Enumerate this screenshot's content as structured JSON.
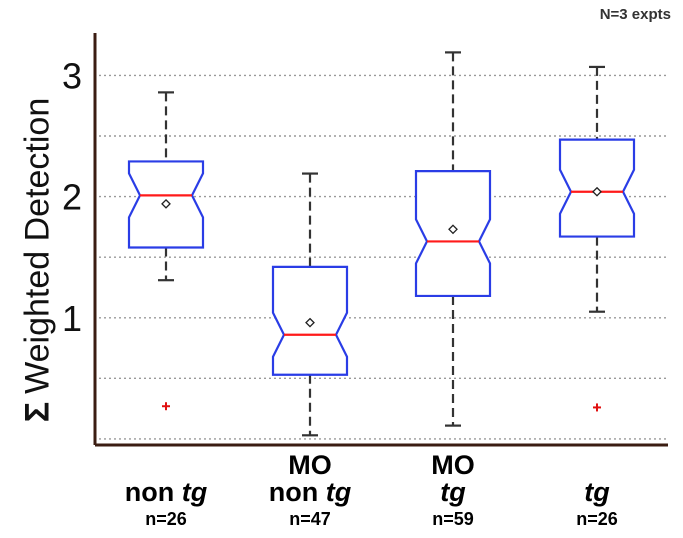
{
  "annotation": "N=3 expts",
  "chart_data": {
    "type": "boxplot",
    "title": "",
    "ylabel_symbol": "Σ",
    "ylabel": "Weighted Detection",
    "ylim": [
      -0.05,
      3.35
    ],
    "yticks": [
      "1",
      "2",
      "3"
    ],
    "grid": {
      "y": true,
      "style": "dotted"
    },
    "notched": true,
    "categories": [
      {
        "line1": "",
        "line2_plain": "non ",
        "line2_italic": "tg",
        "n": "n=26",
        "whisker_low": 1.31,
        "q1": 1.58,
        "median": 2.01,
        "q3": 2.29,
        "whisker_high": 2.86,
        "mean": 1.94,
        "outliers": [
          0.27
        ]
      },
      {
        "line1": "MO",
        "line2_plain": "non ",
        "line2_italic": "tg",
        "n": "n=47",
        "whisker_low": 0.03,
        "q1": 0.53,
        "median": 0.86,
        "q3": 1.42,
        "whisker_high": 2.19,
        "mean": 0.96,
        "outliers": []
      },
      {
        "line1": "MO",
        "line2_plain": "",
        "line2_italic": "tg",
        "n": "n=59",
        "whisker_low": 0.11,
        "q1": 1.18,
        "median": 1.63,
        "q3": 2.21,
        "whisker_high": 3.19,
        "mean": 1.73,
        "outliers": []
      },
      {
        "line1": "",
        "line2_plain": "",
        "line2_italic": "tg",
        "n": "n=26",
        "whisker_low": 1.05,
        "q1": 1.67,
        "median": 2.04,
        "q3": 2.47,
        "whisker_high": 3.07,
        "mean": 2.04,
        "outliers": [
          0.26
        ]
      }
    ],
    "colors": {
      "box": "#2a3de6",
      "median": "#ff1a1a",
      "outlier": "#e01010",
      "whisker": "#333333",
      "axis": "#3b1d12",
      "grid": "#999999"
    }
  }
}
